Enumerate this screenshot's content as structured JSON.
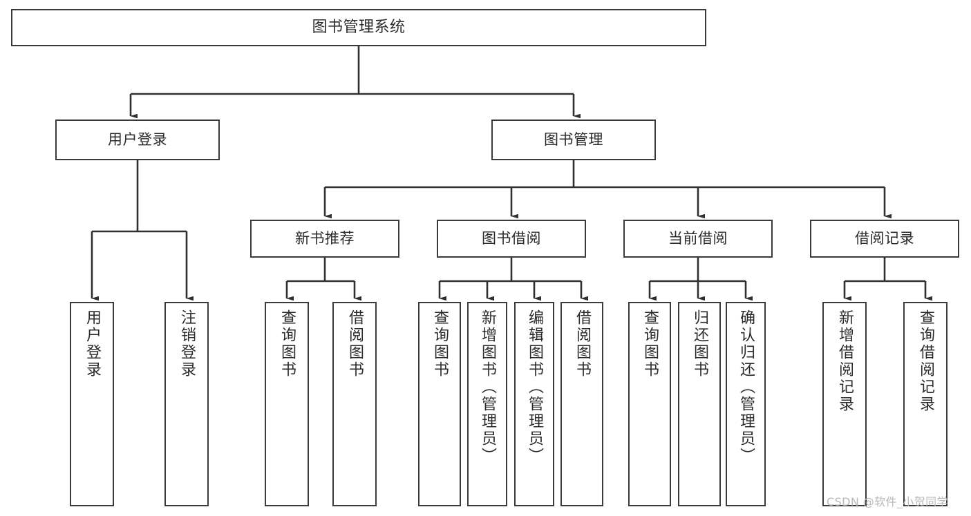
{
  "diagram": {
    "title": "图书管理系统",
    "type": "functional-decomposition-tree",
    "root": {
      "label": "图书管理系统"
    },
    "level2": [
      {
        "label": "用户登录"
      },
      {
        "label": "图书管理"
      }
    ],
    "level3": [
      {
        "label": "新书推荐"
      },
      {
        "label": "图书借阅"
      },
      {
        "label": "当前借阅"
      },
      {
        "label": "借阅记录"
      }
    ],
    "leaves": [
      {
        "label": "用户登录",
        "parent": "用户登录"
      },
      {
        "label": "注销登录",
        "parent": "用户登录"
      },
      {
        "label": "查询图书",
        "parent": "新书推荐"
      },
      {
        "label": "借阅图书",
        "parent": "新书推荐"
      },
      {
        "label": "查询图书",
        "parent": "图书借阅"
      },
      {
        "label": "新增图书（管理员）",
        "parent": "图书借阅"
      },
      {
        "label": "编辑图书（管理员）",
        "parent": "图书借阅"
      },
      {
        "label": "借阅图书",
        "parent": "图书借阅"
      },
      {
        "label": "查询图书",
        "parent": "当前借阅"
      },
      {
        "label": "归还图书",
        "parent": "当前借阅"
      },
      {
        "label": "确认归还（管理员）",
        "parent": "当前借阅"
      },
      {
        "label": "新增借阅记录",
        "parent": "借阅记录"
      },
      {
        "label": "查询借阅记录",
        "parent": "借阅记录"
      }
    ]
  },
  "watermark": {
    "text": "CSDN @软件_小贺同学"
  },
  "colors": {
    "background": "#ffffff",
    "box_border": "#3a3a3a",
    "connector": "#2f2f2f",
    "text": "#2b2b2b",
    "watermark": "#b9b9b9"
  }
}
